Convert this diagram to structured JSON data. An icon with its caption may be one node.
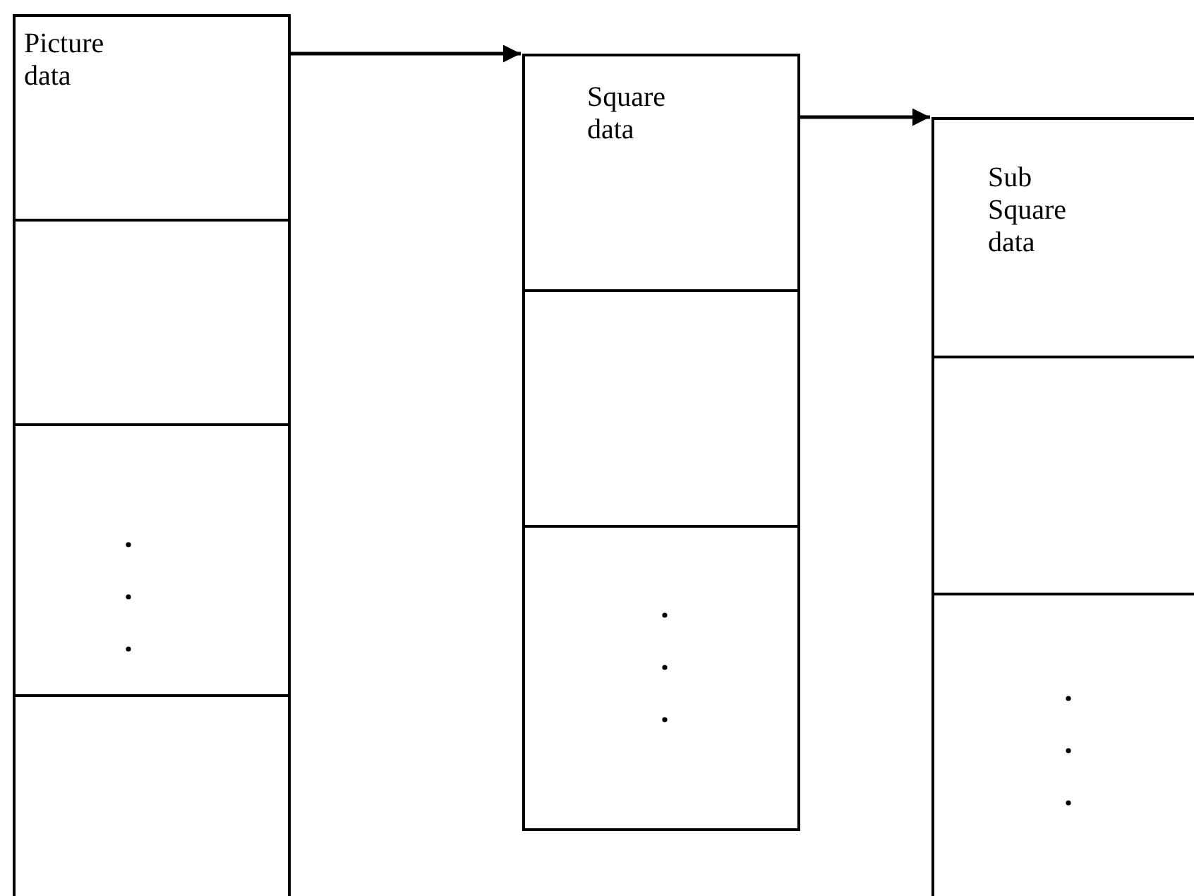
{
  "diagram": {
    "nodes": [
      {
        "text": [
          "Picture data"
        ]
      },
      {
        "text": [],
        "shape": "box"
      },
      {
        "text": [],
        "shape": "box"
      },
      {
        "text": [],
        "shape": "box"
      },
      {
        "text": [
          "Square data"
        ]
      },
      {
        "text": [],
        "shape": "box"
      },
      {
        "text": [],
        "shape": "box"
      },
      {
        "text": [
          "Sub Square data"
        ]
      },
      {
        "text": [],
        "shape": "box"
      },
      {
        "text": [],
        "shape": "box"
      }
    ],
    "edges": [
      {
        "from": 0,
        "to": 4,
        "arrow": "to"
      },
      {
        "from": 4,
        "to": 7,
        "arrow": "to"
      }
    ]
  }
}
